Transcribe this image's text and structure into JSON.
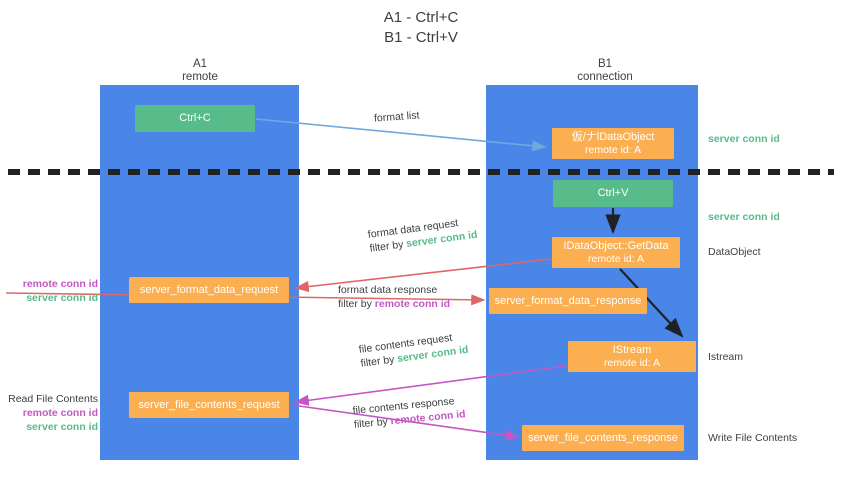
{
  "title": {
    "line1": "A1 - Ctrl+C",
    "line2": "B1 - Ctrl+V"
  },
  "colors": {
    "lane": "#4a86e8",
    "green_box": "#57bb8a",
    "orange_box": "#fbaf51",
    "green_text": "#57bb8a",
    "pink_text": "#c457c4",
    "blue_arrow": "#6fa8dc",
    "red_arrow": "#e06666",
    "magenta_arrow": "#c457c4",
    "black_arrow": "#202124",
    "text": "#3c4043",
    "background": "#ffffff"
  },
  "lanes": [
    {
      "name": "A1",
      "sub": "remote"
    },
    {
      "name": "B1",
      "sub": "connection"
    }
  ],
  "boxes": {
    "ctrl_c": {
      "line1": "Ctrl+C"
    },
    "ctrl_v": {
      "line1": "Ctrl+V"
    },
    "ole_dataobject": {
      "line1": "仮/ナlDataObject",
      "line2": "remote id: A"
    },
    "getdata": {
      "line1": "IDataObject::GetData",
      "line2": "remote id: A"
    },
    "istream": {
      "line1": "IStream",
      "line2": "remote id: A"
    },
    "server_format_data_request": {
      "line1": "server_format_data_request"
    },
    "server_format_data_response": {
      "line1": "server_format_data_response"
    },
    "server_file_contents_request": {
      "line1": "server_file_contents_request"
    },
    "server_file_contents_response": {
      "line1": "server_file_contents_response"
    }
  },
  "edges": {
    "format_list": {
      "label": "format list"
    },
    "format_data_request": {
      "line1": "format data request",
      "filter_prefix": "filter by ",
      "filter_key": "server conn id"
    },
    "format_data_response": {
      "line1": "format data response",
      "filter_prefix": "filter by ",
      "filter_key": "remote conn id"
    },
    "file_contents_request": {
      "line1": "file contents request",
      "filter_prefix": "filter by ",
      "filter_key": "server conn id"
    },
    "file_contents_response": {
      "line1": "file contents response",
      "filter_prefix": "filter by ",
      "filter_key": "remote conn id"
    }
  },
  "annotations": {
    "left": [
      {
        "remote": "remote conn id",
        "server": "server conn id"
      },
      {
        "heading": "Read File Contents",
        "remote": "remote conn id",
        "server": "server conn id"
      }
    ],
    "right": [
      {
        "text": "server conn id",
        "style": "green"
      },
      {
        "text": "server conn id",
        "style": "green"
      },
      {
        "text": "DataObject",
        "style": "plain"
      },
      {
        "text": "Istream",
        "style": "plain"
      },
      {
        "text": "Write File Contents",
        "style": "plain"
      }
    ]
  }
}
